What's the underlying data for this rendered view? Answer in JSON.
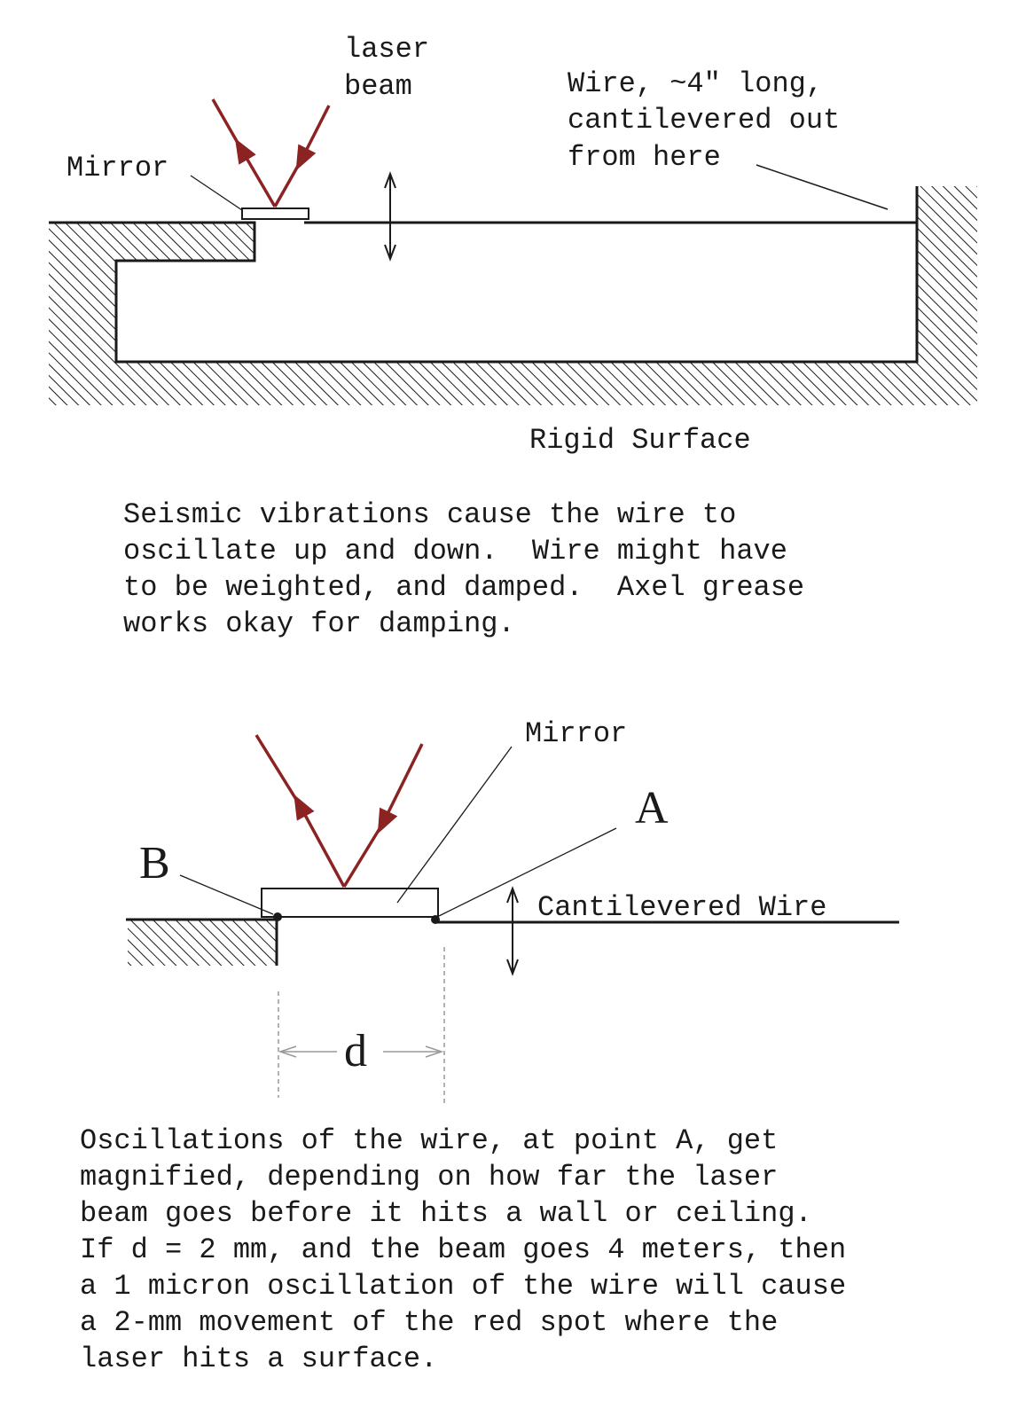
{
  "figure1": {
    "label_laser": [
      "laser",
      "beam"
    ],
    "label_wire": [
      "Wire, ~4″ long,",
      "cantilevered out",
      "from here"
    ],
    "label_mirror": "Mirror",
    "label_surface": "Rigid Surface",
    "caption": [
      "Seismic vibrations cause the wire to",
      "oscillate up and down.  Wire might have",
      "to be weighted, and damped.  Axel grease",
      "works okay for damping."
    ]
  },
  "figure2": {
    "label_mirror": "Mirror",
    "label_a": "A",
    "label_b": "B",
    "label_wire": "Cantilevered Wire",
    "label_d": "d",
    "caption": [
      "Oscillations of the wire, at point A, get",
      "magnified, depending on how far the laser",
      "beam goes before it hits a wall or ceiling.",
      "If d = 2 mm, and the beam goes 4 meters, then",
      "a 1 micron oscillation of the wire will cause",
      "a 2-mm movement of the red spot where the",
      "laser hits a surface."
    ]
  },
  "colors": {
    "beam": "#8b2323",
    "ink": "#1a1a1a",
    "guide": "#999999"
  }
}
